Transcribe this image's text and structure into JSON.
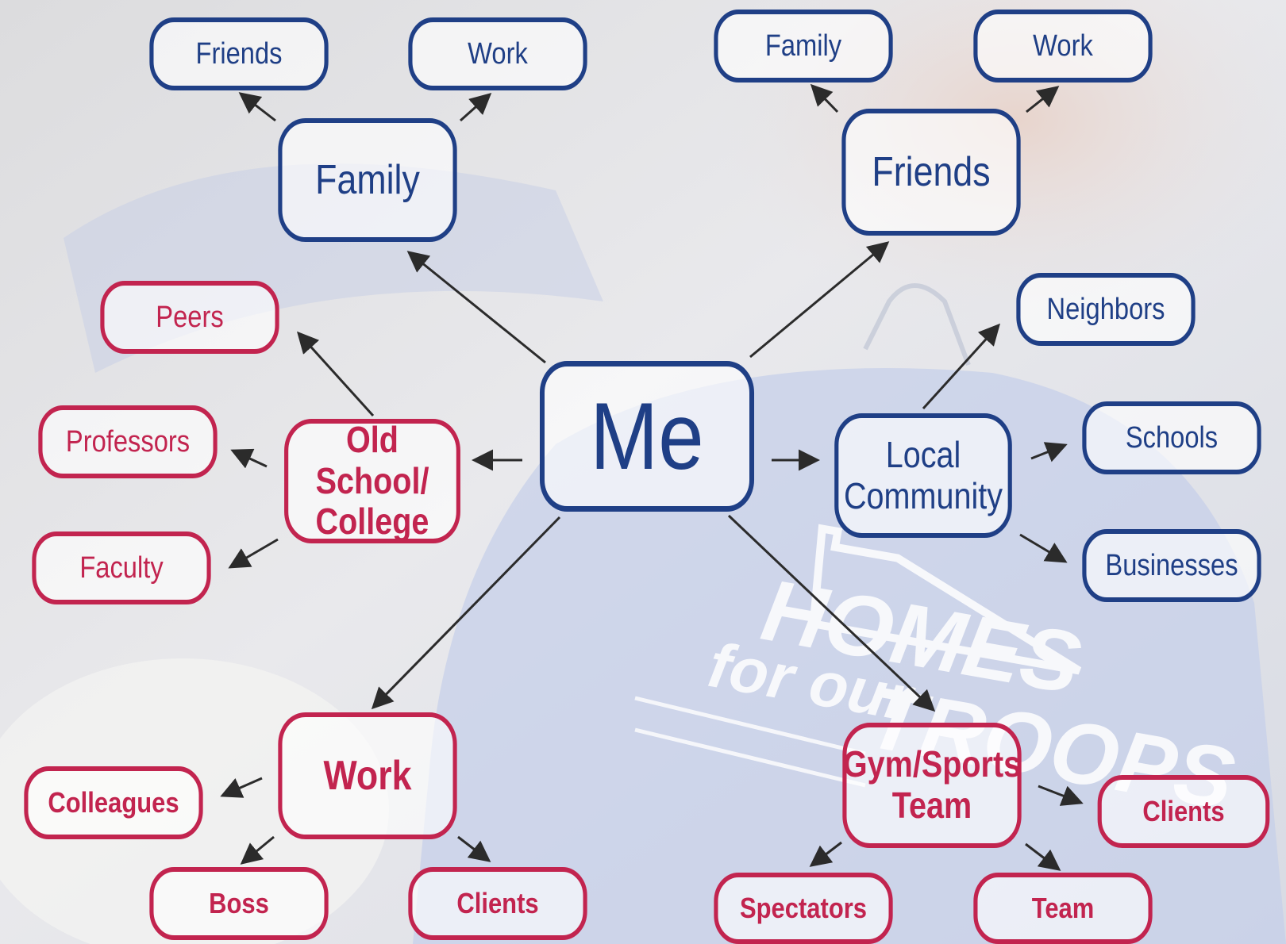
{
  "center": {
    "label": "Me"
  },
  "family": {
    "label": "Family",
    "children": {
      "friends": "Friends",
      "work": "Work"
    }
  },
  "friends": {
    "label": "Friends",
    "children": {
      "family": "Family",
      "work": "Work"
    }
  },
  "school": {
    "label": "Old School/\nCollege",
    "children": {
      "peers": "Peers",
      "professors": "Professors",
      "faculty": "Faculty"
    }
  },
  "community": {
    "label": "Local\nCommunity",
    "children": {
      "neighbors": "Neighbors",
      "schools": "Schools",
      "businesses": "Businesses"
    }
  },
  "work": {
    "label": "Work",
    "children": {
      "colleagues": "Colleagues",
      "boss": "Boss",
      "clients": "Clients"
    }
  },
  "gym": {
    "label": "Gym/Sports\nTeam",
    "children": {
      "clients": "Clients",
      "spectators": "Spectators",
      "team": "Team"
    }
  },
  "watermark": {
    "line1": "HOMES",
    "line2": "for our",
    "line3": "TROOPS"
  },
  "colors": {
    "blue": "#1f3f86",
    "red": "#c2244f",
    "arrow": "#2b2b2b"
  }
}
